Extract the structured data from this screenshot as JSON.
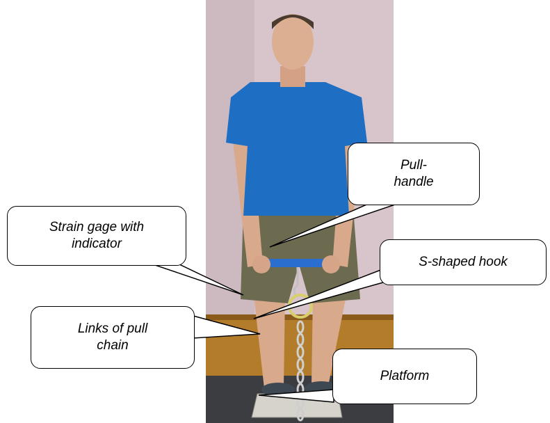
{
  "callouts": {
    "pull_handle": "Pull-\nhandle",
    "strain_gage": "Strain gage with\nindicator",
    "s_hook": "S-shaped hook",
    "links": "Links of pull\nchain",
    "platform": "Platform"
  },
  "colors": {
    "wall": "#d9c6cc",
    "shirt": "#1f6fc4",
    "shorts": "#6b6a50",
    "skin": "#d9a98c",
    "handle": "#2a6fd0",
    "wood": "#b07a28",
    "mat": "#3a3c3e",
    "chain": "#c8c8c8"
  }
}
